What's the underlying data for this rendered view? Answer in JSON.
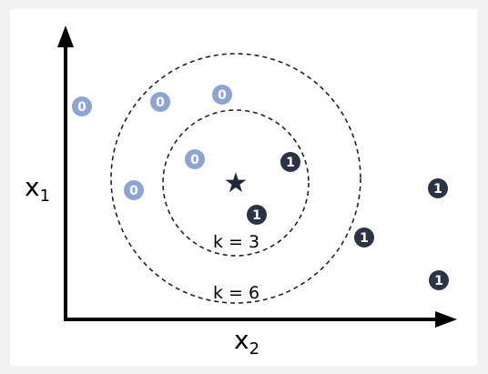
{
  "axes": {
    "x_label": "x",
    "x_sub": "2",
    "y_label": "x",
    "y_sub": "1"
  },
  "circles": [
    {
      "k_label": "k = 3"
    },
    {
      "k_label": "k = 6"
    }
  ],
  "query": {
    "symbol": "★"
  },
  "colors": {
    "class_0": "#8ea4d2",
    "class_1": "#2b3446",
    "axis": "#000000",
    "circle": "#222222"
  },
  "points": [
    {
      "label": "0",
      "cls": 0
    },
    {
      "label": "0",
      "cls": 0
    },
    {
      "label": "0",
      "cls": 0
    },
    {
      "label": "0",
      "cls": 0
    },
    {
      "label": "0",
      "cls": 0
    },
    {
      "label": "1",
      "cls": 1
    },
    {
      "label": "1",
      "cls": 1
    },
    {
      "label": "1",
      "cls": 1
    },
    {
      "label": "1",
      "cls": 1
    },
    {
      "label": "1",
      "cls": 1
    }
  ]
}
